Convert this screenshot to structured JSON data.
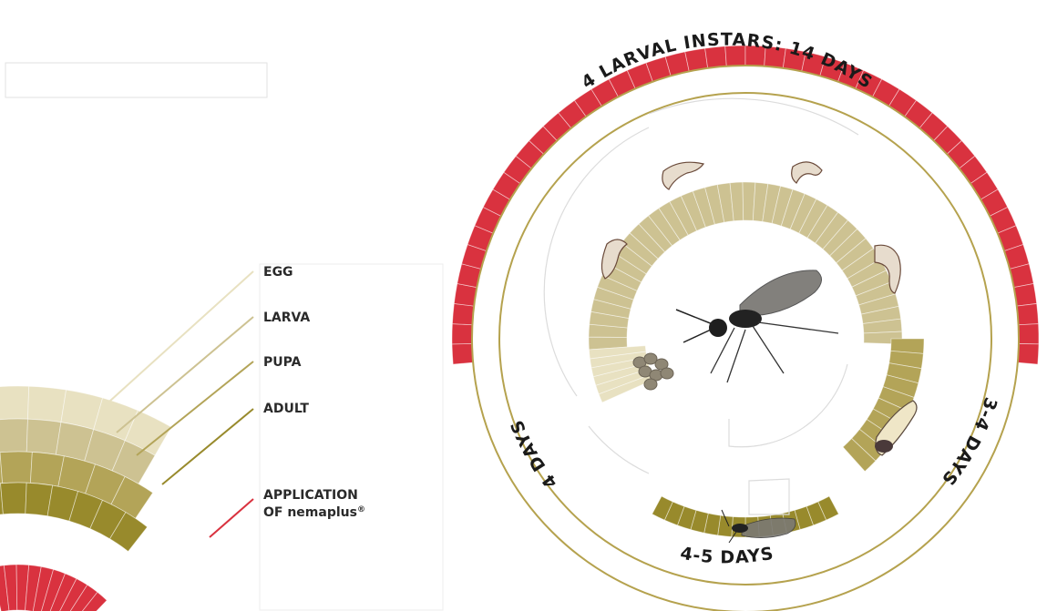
{
  "legend": {
    "items": [
      {
        "key": "egg",
        "label": "EGG"
      },
      {
        "key": "larva",
        "label": "LARVA"
      },
      {
        "key": "pupa",
        "label": "PUPA"
      },
      {
        "key": "adult",
        "label": "ADULT"
      }
    ],
    "application_line1": "APPLICATION",
    "application_line2_prefix": "OF ",
    "application_brand": "nemaplus",
    "application_mark": "®"
  },
  "colors": {
    "egg": "#e8e1c1",
    "larva": "#cdc292",
    "pupa": "#b3a458",
    "adult": "#988a2c",
    "application": "#d9323f",
    "ring_outline": "#b5a24e"
  },
  "cycle": {
    "larval_label": "4 LARVAL INSTARS: 14 DAYS",
    "pupa_label": "3-4 DAYS",
    "adult_label": "4-5 DAYS",
    "egg_label": "4 DAYS"
  },
  "icons": {
    "center": "fungus-gnat-adult-icon",
    "larva": "larva-icon",
    "egg": "egg-cluster-icon",
    "pupa": "pupa-icon",
    "adult": "small-adult-gnat-icon"
  }
}
